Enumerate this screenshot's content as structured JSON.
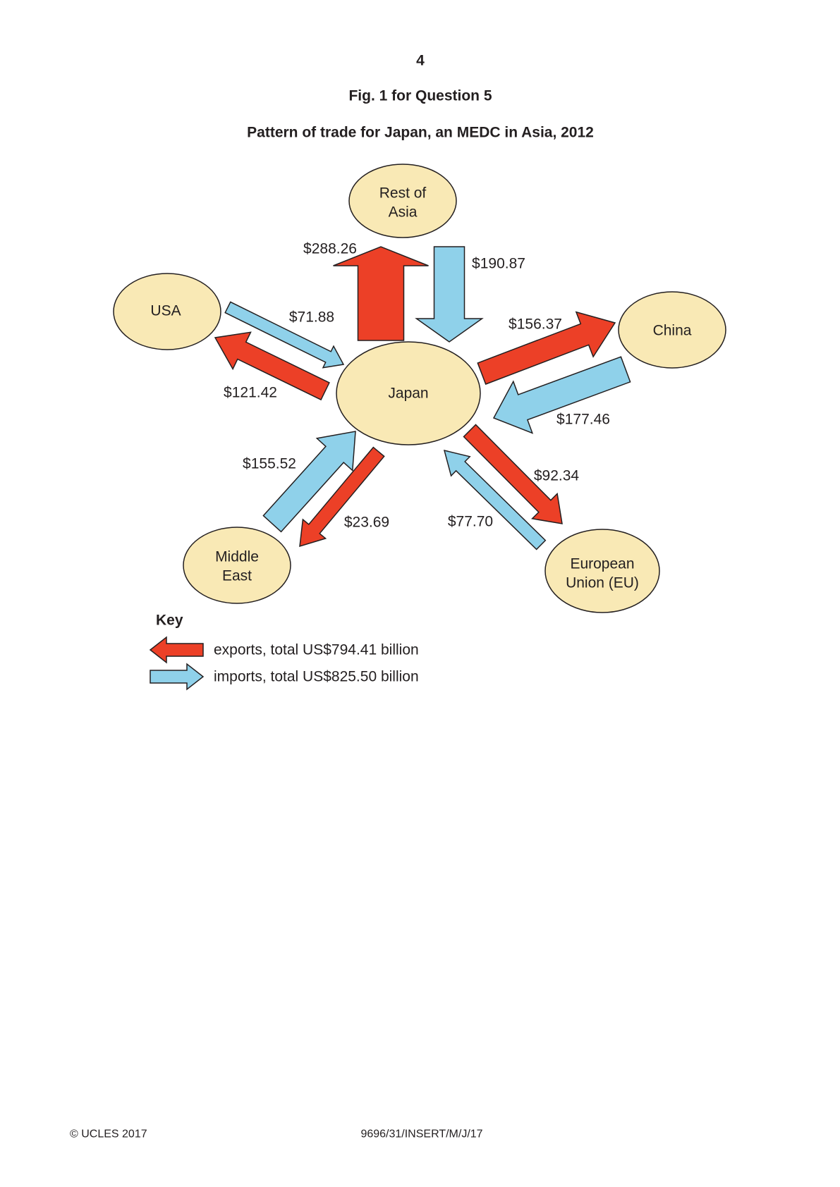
{
  "page": {
    "number": "4",
    "figure_title": "Fig. 1 for Question 5",
    "figure_subtitle": "Pattern of trade for Japan, an MEDC in Asia, 2012"
  },
  "diagram": {
    "centre": {
      "label": "Japan"
    },
    "regions": {
      "rest_of_asia": {
        "line1": "Rest of",
        "line2": "Asia"
      },
      "usa": {
        "line1": "USA"
      },
      "china": {
        "line1": "China"
      },
      "middle_east": {
        "line1": "Middle",
        "line2": "East"
      },
      "eu": {
        "line1": "European",
        "line2": "Union (EU)"
      }
    },
    "flows": {
      "rest_of_asia": {
        "export": "$288.26",
        "import": "$190.87"
      },
      "usa": {
        "export": "$121.42",
        "import": "$71.88"
      },
      "china": {
        "export": "$156.37",
        "import": "$177.46"
      },
      "middle_east": {
        "export": "$23.69",
        "import": "$155.52"
      },
      "eu": {
        "export": "$92.34",
        "import": "$77.70"
      }
    }
  },
  "key": {
    "title": "Key",
    "exports": "exports, total US$794.41 billion",
    "imports": "imports, total US$825.50 billion"
  },
  "colors": {
    "export": "#ec4027",
    "import": "#8fd1ea",
    "region": "#f9e9b5",
    "outline": "#231f20"
  },
  "footer": {
    "copyright": "© UCLES 2017",
    "paper_code": "9696/31/INSERT/M/J/17"
  }
}
